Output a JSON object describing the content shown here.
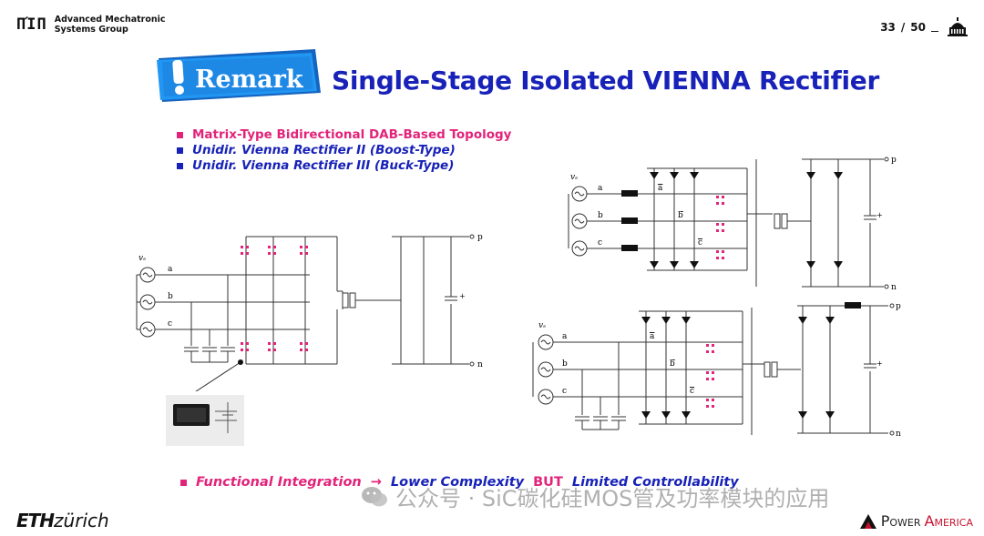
{
  "header": {
    "logo_mark": "ΠΊΠ",
    "group_line1": "Advanced Mechatronic",
    "group_line2": "Systems Group",
    "page_current": "33",
    "page_sep": "/",
    "page_total": "50"
  },
  "slide": {
    "badge_label": "Remark",
    "title": "Single-Stage Isolated VIENNA Rectifier",
    "bullets": [
      {
        "text": "Matrix-Type Bidirectional DAB-Based Topology",
        "color": "#e2237a"
      },
      {
        "text": "Unidir. Vienna Rectifier II (Boost-Type)",
        "color": "#1822b8"
      },
      {
        "text": "Unidir. Vienna Rectifier III (Buck-Type)",
        "color": "#1822b8"
      }
    ],
    "bottom": {
      "part1": "Functional Integration",
      "arrow": "→",
      "part2": "Lower Complexity",
      "part3": "BUT",
      "part4": "Limited Controllability"
    }
  },
  "circuit_labels": {
    "vs": "vₛ",
    "phase_a": "a",
    "phase_b": "b",
    "phase_c": "c",
    "node_p": "p",
    "node_n": "n",
    "a_bar": "a",
    "b_bar": "b",
    "c_bar": "c",
    "plus": "+"
  },
  "footer": {
    "eth_bold": "ETH",
    "eth_rest": "zürich",
    "power": "Power",
    "america": "America",
    "watermark": "公众号 · SiC碳化硅MOS管及功率模块的应用"
  },
  "colors": {
    "title_blue": "#1822b8",
    "pink": "#e2237a",
    "badge_blue": "#1976d2",
    "pa_red": "#c8102e"
  }
}
